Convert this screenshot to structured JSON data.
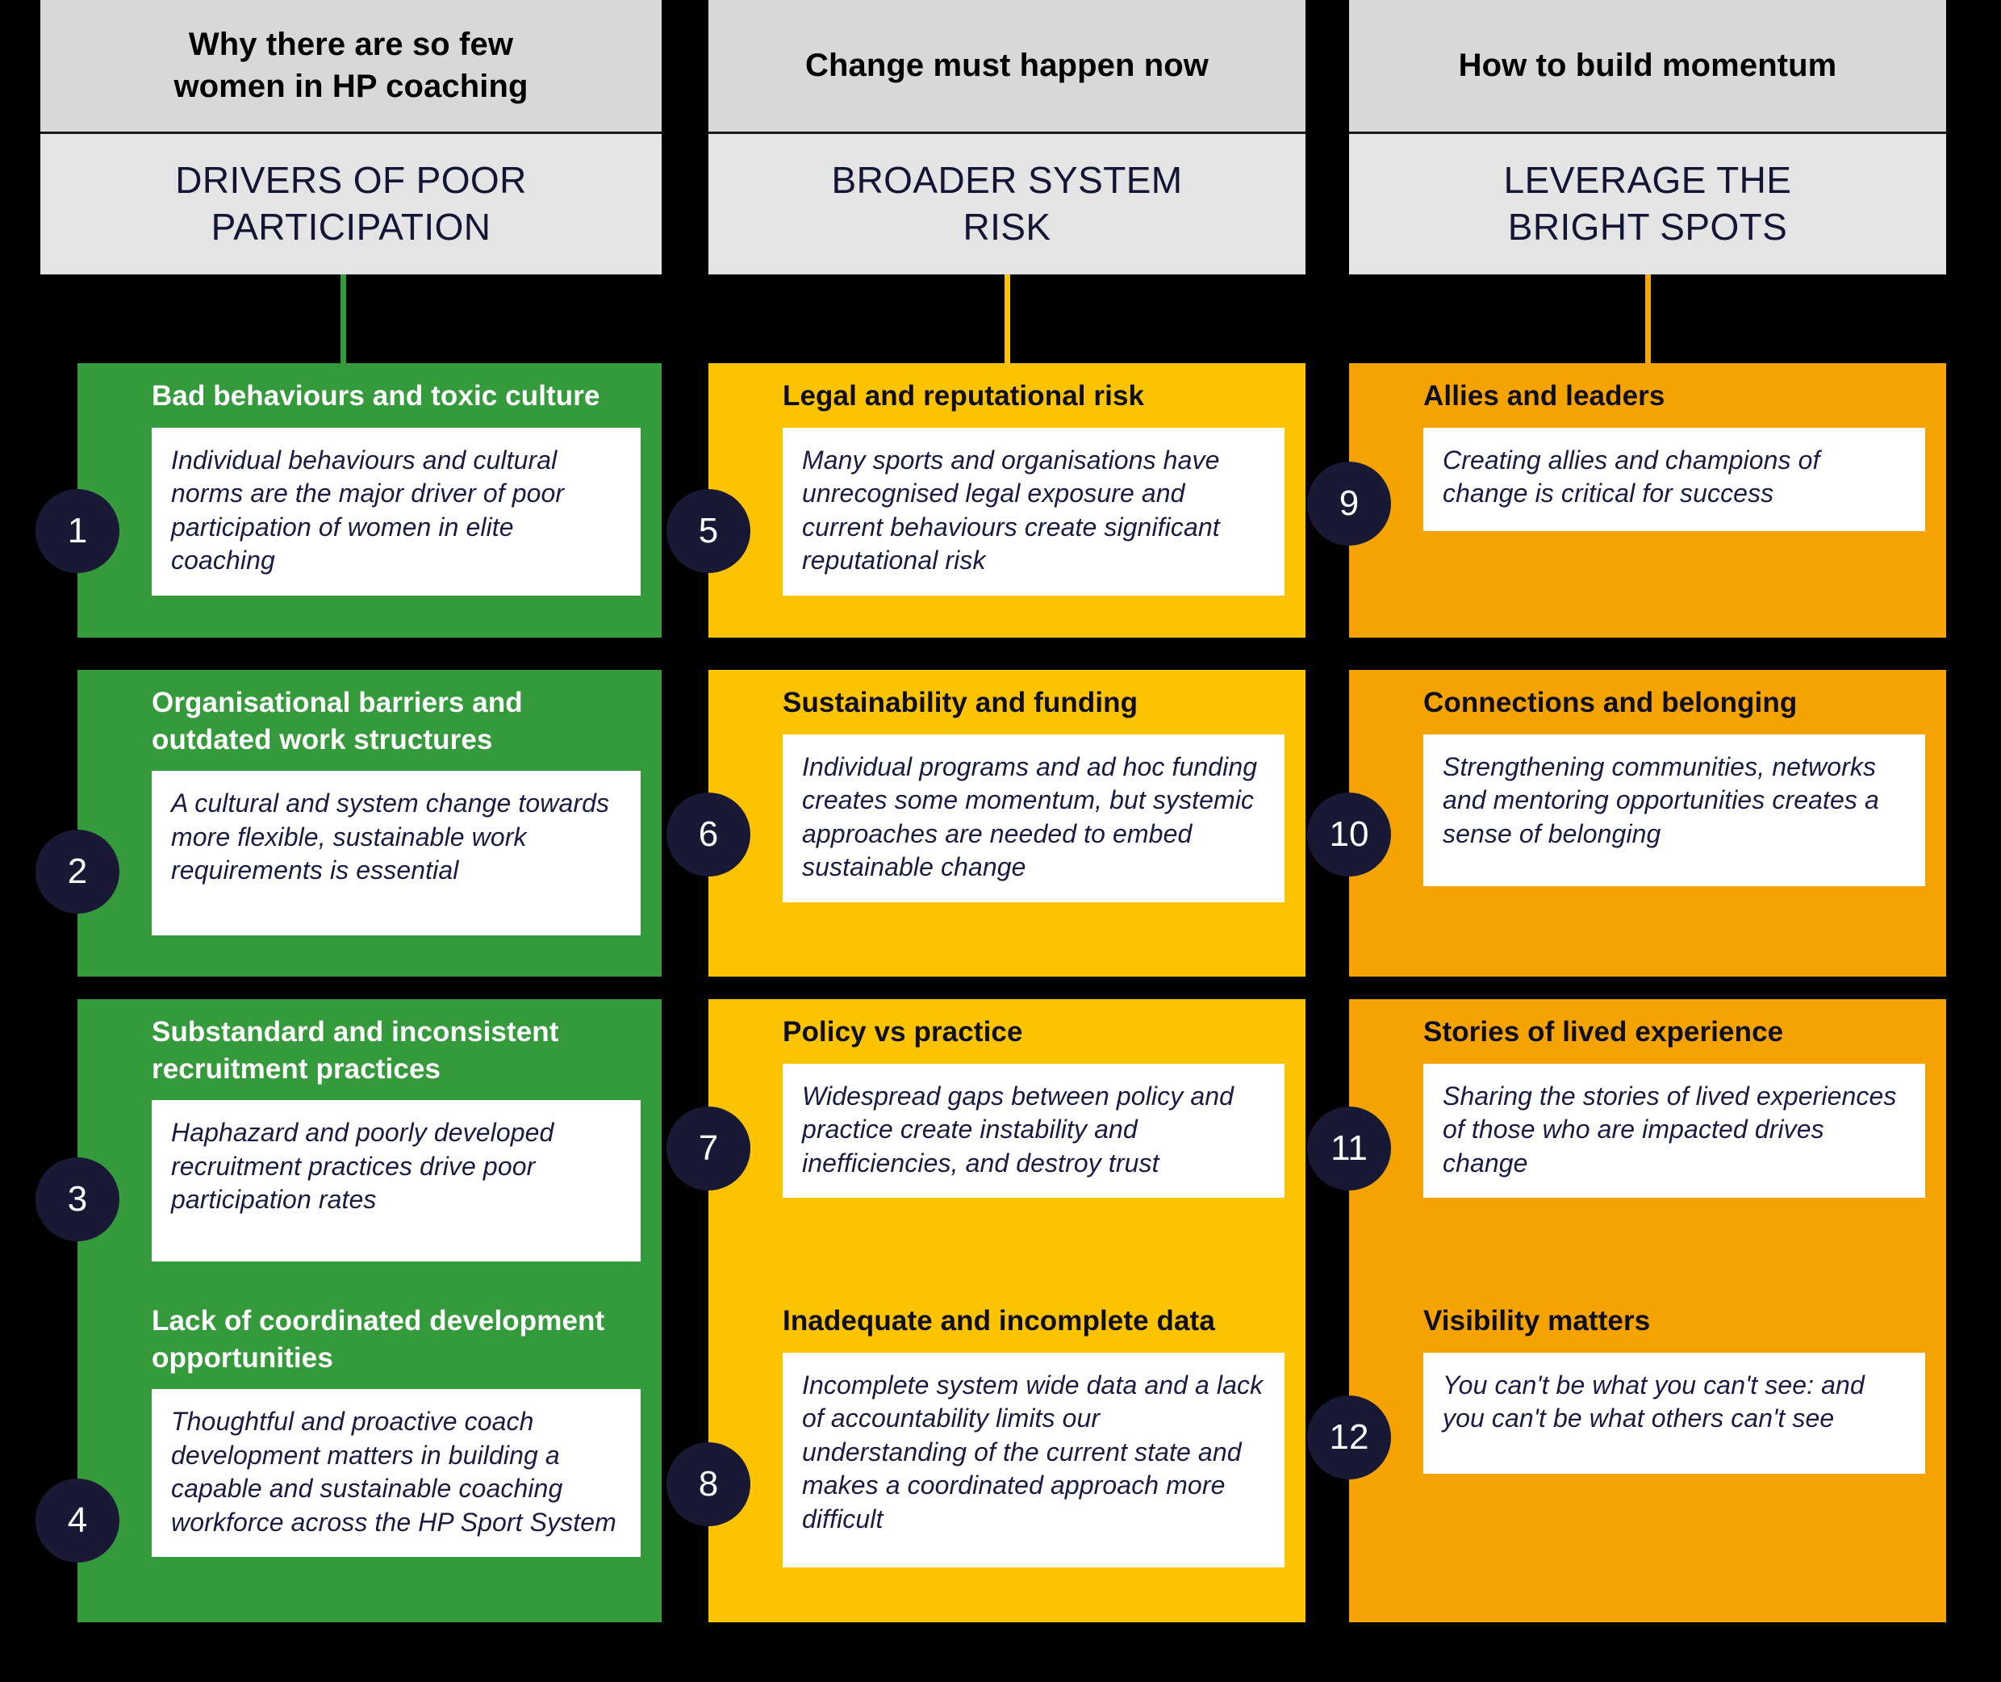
{
  "canvas": {
    "background": "#000000"
  },
  "palette": {
    "green": "#349A3C",
    "yellow": "#FBC300",
    "orange": "#F5A300",
    "navy": "#191936",
    "header_top_bg": "#D8D8D8",
    "header_bottom_bg": "#E4E4E4",
    "header_bottom_text": "#141435",
    "body_text": "#1B1B42",
    "card_inner_bg": "#FFFFFF"
  },
  "columns": [
    {
      "id": "drivers-of-poor-participation",
      "kicker": "Why there are so few\nwomen in HP coaching",
      "heading": "DRIVERS OF POOR\nPARTICIPATION",
      "accent": "#349A3C",
      "title_color": "light",
      "cards": [
        {
          "number": "1",
          "title": "Bad behaviours and toxic culture",
          "body": "Individual behaviours and cultural norms are the major driver of poor participation of women in elite coaching"
        },
        {
          "number": "2",
          "title": "Organisational barriers and outdated work structures",
          "body": "A cultural and system change towards more flexible, sustainable work requirements is essential"
        },
        {
          "number": "3",
          "title": "Substandard and inconsistent recruitment practices",
          "body": "Haphazard and poorly developed recruitment practices drive poor participation rates"
        },
        {
          "number": "4",
          "title": "Lack of coordinated development opportunities",
          "body": "Thoughtful and proactive coach development matters in building a capable and sustainable coaching workforce across the HP Sport System"
        }
      ]
    },
    {
      "id": "broader-system-risk",
      "kicker": "Change must happen now",
      "heading": "BROADER SYSTEM\nRISK",
      "accent": "#FBC300",
      "title_color": "dark",
      "cards": [
        {
          "number": "5",
          "title": "Legal and reputational risk",
          "body": "Many sports and organisations have unrecognised legal exposure and current behaviours create significant reputational risk"
        },
        {
          "number": "6",
          "title": "Sustainability and funding",
          "body": "Individual programs and ad hoc funding creates some momentum, but systemic approaches are needed to embed sustainable change"
        },
        {
          "number": "7",
          "title": "Policy vs practice",
          "body": "Widespread gaps between policy and practice create instability and inefficiencies, and destroy trust"
        },
        {
          "number": "8",
          "title": "Inadequate and incomplete data",
          "body": "Incomplete system wide data and a lack of accountability limits our understanding of the current state and makes a coordinated approach more difficult"
        }
      ]
    },
    {
      "id": "leverage-the-bright-spots",
      "kicker": "How to build momentum",
      "heading": "LEVERAGE THE\nBRIGHT SPOTS",
      "accent": "#F5A300",
      "title_color": "dark",
      "cards": [
        {
          "number": "9",
          "title": "Allies and leaders",
          "body": "Creating allies and champions of change is critical for success"
        },
        {
          "number": "10",
          "title": "Connections and belonging",
          "body": "Strengthening communities, networks and mentoring opportunities creates a sense of belonging"
        },
        {
          "number": "11",
          "title": "Stories of lived experience",
          "body": "Sharing the stories of lived experiences of those who are impacted drives change"
        },
        {
          "number": "12",
          "title": "Visibility matters",
          "body": "You can't be what you can't see: and you can't be what others can't see"
        }
      ]
    }
  ]
}
